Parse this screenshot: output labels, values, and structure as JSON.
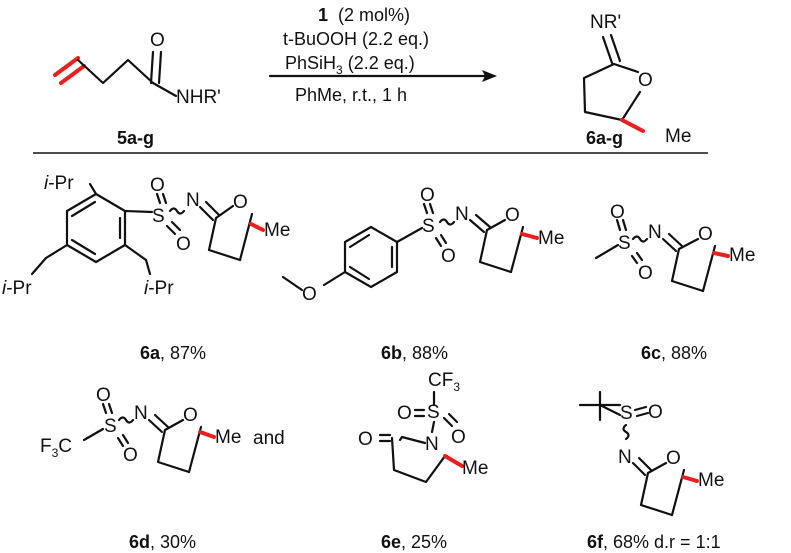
{
  "reaction": {
    "conditions": {
      "catalyst_id": "1",
      "catalyst_amount": "(2 mol%)",
      "oxidant": "t-BuOOH (2.2 eq.)",
      "silane_prefix": "PhSiH",
      "silane_sub": "3",
      "silane_suffix": " (2.2 eq.)",
      "solvent": "PhMe, r.t., 1 h"
    },
    "substrate": {
      "label": "5a-g",
      "NHR": "NHR'",
      "O": "O"
    },
    "product": {
      "label": "6a-g",
      "imine": "NR'",
      "O": "O",
      "Me": "Me"
    }
  },
  "atoms": {
    "S": "S",
    "N": "N",
    "O": "O",
    "Me": "Me",
    "and": "and",
    "iPr_i": "i",
    "iPr_rest": "-Pr",
    "F3C_a": "F",
    "F3C_sub": "3",
    "F3C_b": "C",
    "CF3_a": "CF",
    "CF3_sub": "3"
  },
  "compounds": [
    {
      "id": "6a",
      "yield": ", 87%"
    },
    {
      "id": "6b",
      "yield": ", 88%"
    },
    {
      "id": "6c",
      "yield": ", 88%"
    },
    {
      "id": "6d",
      "yield": ", 30%"
    },
    {
      "id": "6e",
      "yield": ", 25%"
    },
    {
      "id": "6f",
      "yield": ", 68% d.r = 1:1"
    }
  ]
}
